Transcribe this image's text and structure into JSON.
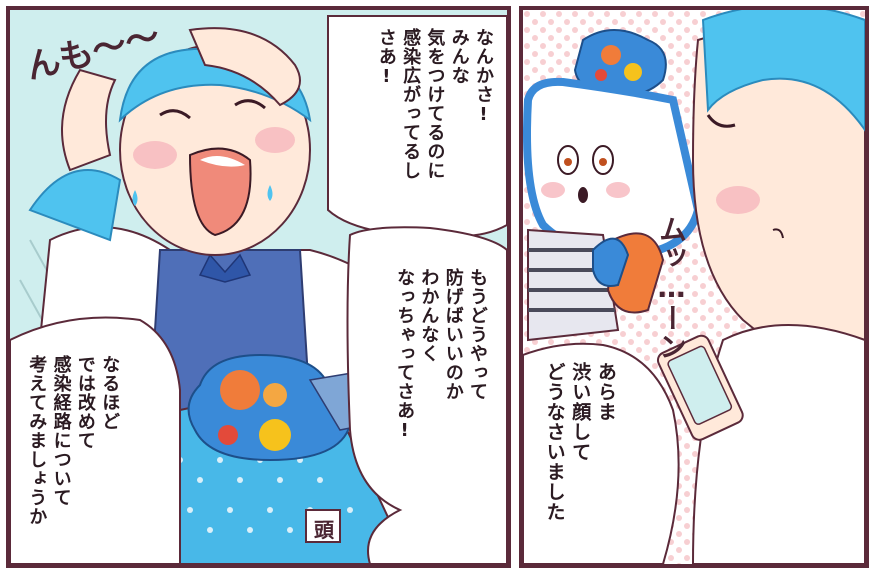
{
  "panels": {
    "left": {
      "sfx": "んも〜〜",
      "bubble_top": "なんかさ!\nみんな\n気をつけてるのに\n感染広がってるし\nさあ!",
      "bubble_middle": "もうどうやって\n防げばいいのか\nわかんなく\nなっちゃってさあ!",
      "bubble_bottom": "なるほど\nでは改めて\n感染経路について\n考えてみましょうか",
      "apron_tag": "頭"
    },
    "right": {
      "bubble": "あらま\n渋い顔して\nどうなさいました",
      "sfx": "ムッ…ーン"
    }
  },
  "colors": {
    "border": "#5b2a3a",
    "hair": "#4fc3ef",
    "vest": "#4f6fb8",
    "apron": "#48b8e8",
    "poop_hat": "#3a8ad8",
    "cheek": "#f6b7bd",
    "skin": "#ffe9da",
    "bg_left": "#cfeeee",
    "bg_right_dots": "#f7cfd2"
  }
}
